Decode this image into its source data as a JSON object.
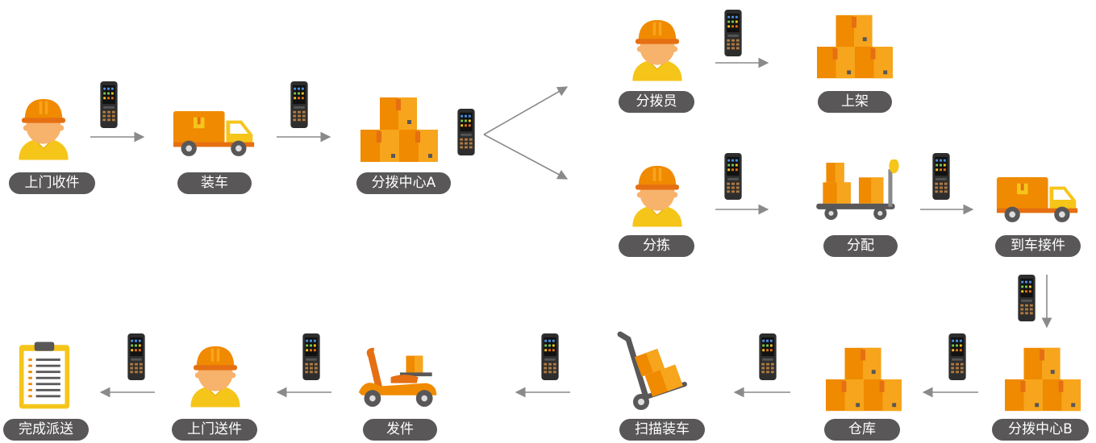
{
  "colors": {
    "orange": "#f08a00",
    "orange_dark": "#e56f12",
    "orange_light": "#f7a51c",
    "skin": "#f7b26b",
    "shirt": "#f5c51a",
    "label_bg": "#595757",
    "arrow": "#8a8a8a",
    "scanner_body": "#2e2e2e"
  },
  "steps": {
    "pickup": {
      "label": "上门收件",
      "icon": "courier-icon"
    },
    "load": {
      "label": "装车",
      "icon": "truck-icon"
    },
    "hub_a": {
      "label": "分拨中心A",
      "icon": "boxes-icon"
    },
    "dispatcher": {
      "label": "分拨员",
      "icon": "courier-icon"
    },
    "shelve": {
      "label": "上架",
      "icon": "boxes-icon"
    },
    "sort": {
      "label": "分拣",
      "icon": "courier-icon"
    },
    "allocate": {
      "label": "分配",
      "icon": "cart-icon"
    },
    "arrival": {
      "label": "到车接件",
      "icon": "truck-icon"
    },
    "hub_b": {
      "label": "分拨中心B",
      "icon": "boxes-icon"
    },
    "warehouse": {
      "label": "仓库",
      "icon": "boxes-icon"
    },
    "scan_load": {
      "label": "扫描装车",
      "icon": "hand-truck-icon"
    },
    "ship": {
      "label": "发件",
      "icon": "scooter-icon"
    },
    "delivery": {
      "label": "上门送件",
      "icon": "courier-icon"
    },
    "done": {
      "label": "完成派送",
      "icon": "clipboard-icon"
    }
  },
  "flow": [
    [
      "pickup",
      "load"
    ],
    [
      "load",
      "hub_a"
    ],
    [
      "hub_a",
      "dispatcher"
    ],
    [
      "hub_a",
      "sort"
    ],
    [
      "dispatcher",
      "shelve"
    ],
    [
      "sort",
      "allocate"
    ],
    [
      "allocate",
      "arrival"
    ],
    [
      "arrival",
      "hub_b"
    ],
    [
      "hub_b",
      "warehouse"
    ],
    [
      "warehouse",
      "scan_load"
    ],
    [
      "scan_load",
      "ship"
    ],
    [
      "ship",
      "delivery"
    ],
    [
      "delivery",
      "done"
    ]
  ],
  "connector_icon": "handheld-scanner-icon"
}
